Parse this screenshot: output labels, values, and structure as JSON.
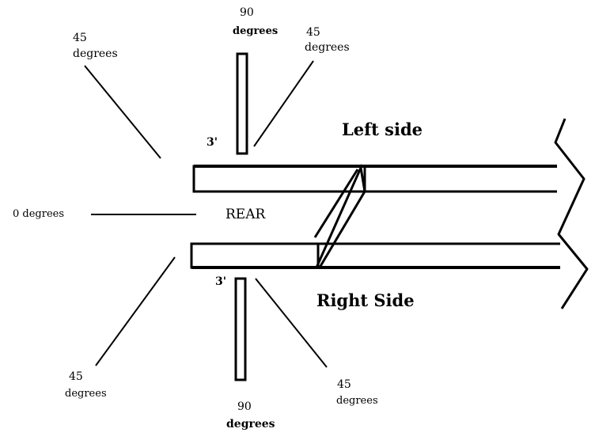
{
  "labels": {
    "top_90_number": "90",
    "top_90_word": "degrees",
    "top_left_45_number": "45",
    "top_left_45_word": "degrees",
    "top_right_45_number": "45",
    "top_right_45_word": "degrees",
    "zero_degrees": "0 degrees",
    "rear": "REAR",
    "left_side": "Left side",
    "right_side": "Right Side",
    "top_3ft": "3'",
    "bottom_3ft": "3'",
    "bottom_left_45_number": "45",
    "bottom_left_45_word": "degrees",
    "bottom_right_45_number": "45",
    "bottom_right_45_word": "degrees",
    "bottom_90_number": "90",
    "bottom_90_word": "degrees"
  }
}
